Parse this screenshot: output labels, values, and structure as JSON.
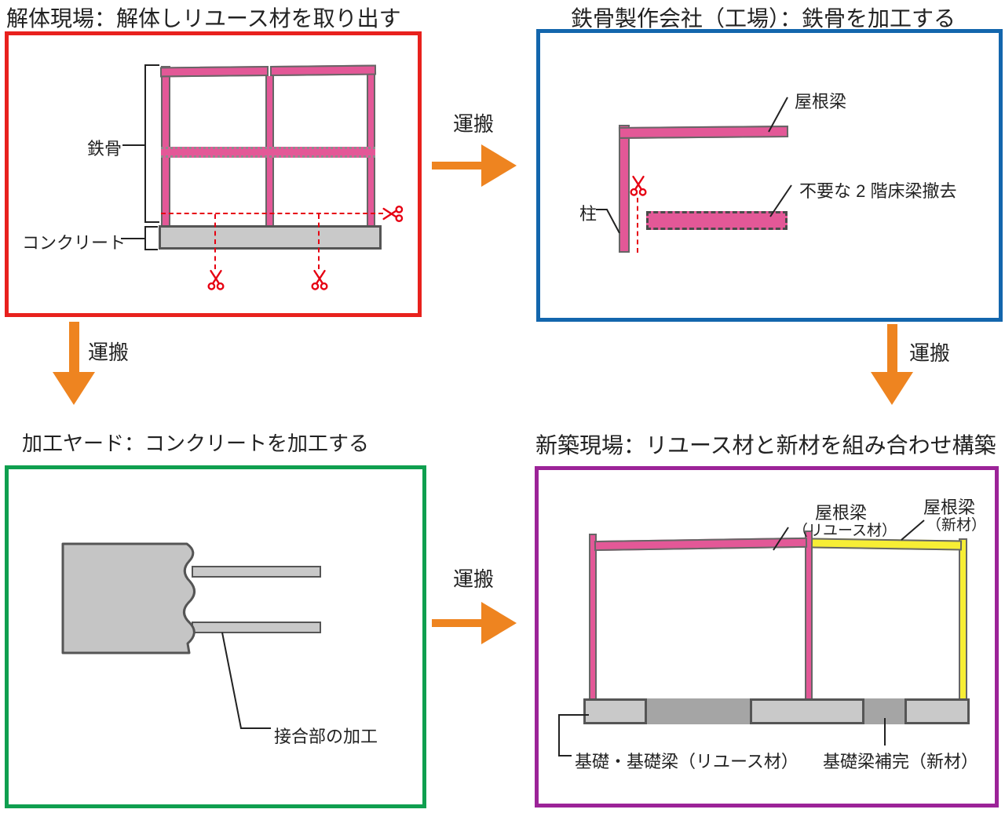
{
  "diagram": {
    "type": "process-flow",
    "subject": "steel/concrete reuse workflow",
    "colors": {
      "panel_demolition_border": "#e8211d",
      "panel_factory_border": "#1366ad",
      "panel_yard_border": "#0f9f4f",
      "panel_new_site_border": "#9c2398",
      "arrow_orange": "#ee8420",
      "steel_pink_reuse": "#e35897",
      "steel_yellow_new": "#f7ee35",
      "concrete_light": "#c9c9c9",
      "concrete_dark": "#a5a5a5",
      "cut_line_red": "#e60012"
    }
  },
  "panels": {
    "demolition": {
      "title": "解体現場：解体しリユース材を取り出す",
      "labels": {
        "steel": "鉄骨",
        "concrete": "コンクリート"
      }
    },
    "factory": {
      "title": "鉄骨製作会社（工場）：鉄骨を加工する",
      "labels": {
        "roof_beam": "屋根梁",
        "remove_beam": "不要な 2 階床梁撤去",
        "column": "柱"
      }
    },
    "yard": {
      "title": "加工ヤード：コンクリートを加工する",
      "labels": {
        "joint": "接合部の加工"
      }
    },
    "new_site": {
      "title": "新築現場：リユース材と新材を組み合わせ構築",
      "labels": {
        "roof_reuse_line1": "屋根梁",
        "roof_reuse_line2": "（リユース材）",
        "roof_new_line1": "屋根梁",
        "roof_new_line2": "（新材）",
        "foundation_reuse": "基礎・基礎梁（リユース材）",
        "foundation_new": "基礎梁補完（新材）"
      }
    }
  },
  "arrows": {
    "to_factory": {
      "label": "運搬",
      "direction": "right"
    },
    "to_yard": {
      "label": "運搬",
      "direction": "down"
    },
    "to_site_right": {
      "label": "運搬",
      "direction": "down"
    },
    "to_site_bottom": {
      "label": "運搬",
      "direction": "right"
    }
  }
}
